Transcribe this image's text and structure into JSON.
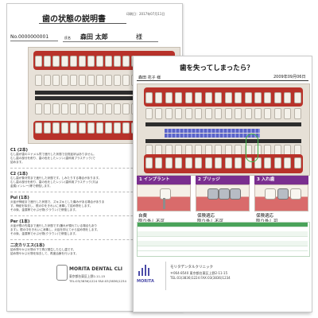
{
  "back": {
    "title": "歯の状態の説明書",
    "date": "印刷日：2017年07月11日",
    "patient_id": "No.0000000001",
    "name_label": "氏名",
    "patient_name": "森田 太郎",
    "honorific": "様",
    "sections": [
      {
        "label": "C1 (2本)",
        "text": [
          "むし歯が歯のエナメル質で進行した状態で自覚症状はありません。",
          "むし歯の部分を削り、歯の色をしたレジン(歯科用プラスチック)で",
          "詰めます。"
        ]
      },
      {
        "label": "C2 (1本)",
        "text": [
          "むし歯が象牙質まで進行した状態です。しみたりする場合があります。",
          "むし歯の部分を削り、歯の色をしたレジン(歯科用プラスチック)又は",
          "金属(インレー)等で修復します。"
        ]
      },
      {
        "label": "Pul (1本)",
        "text": [
          "炎症が神経まで進行した状態で、ズキズキとした痛みがある場合がありま",
          "す。神経を除去し、根の中をきれいに消毒して詰め物をします。",
          "その後、金属等でかぶせ物(クラウン)で修復します。"
        ]
      },
      {
        "label": "Per (1本)",
        "text": [
          "炎症が根の先端まで進行した状態です(腫れが現れている場合もあり",
          "ます)。根の中をきれいに消毒し、炎症を抑えてから詰め物をします。",
          "その後、金属等でかぶせ物(クラウン)で修復します。"
        ]
      },
      {
        "label": "二次カリエス(1本)",
        "text": [
          "詰め物やかぶせ物の下で再び発生したむし歯です。",
          "詰め物やかぶせ物を除去して、再度治療を行います。"
        ]
      }
    ],
    "clinic": "MORITA DENTAL CLI",
    "address": "東京都台東区上野2-11-15",
    "phone": "TEL:03(3836)1224  FAX:03(3836)1234"
  },
  "front": {
    "title": "歯を失ってしまったら？",
    "patient_name": "森田 花子 様",
    "date": "2009年09月06日",
    "options": [
      {
        "label": "1  インプラント",
        "lines": [
          "自費",
          "取り外し不可"
        ]
      },
      {
        "label": "2  ブリッジ",
        "lines": [
          "保険適応",
          "取り外し不可"
        ]
      },
      {
        "label": "3  入れ歯",
        "lines": [
          "保険適応",
          "取り外し可"
        ]
      }
    ],
    "clinic": "モリタデンタルクリニック",
    "address": "〒064-8540  東京都台東区上野2-11-15",
    "phone": "TEL:03(3836)1224  FAX:03(3836)1234",
    "logo_text": "MORITA"
  },
  "colors": {
    "option_header": "#7a2e8f",
    "gum": "#b8322a",
    "highlight_ring": "#41b549",
    "table_header": "#4aa35a"
  }
}
